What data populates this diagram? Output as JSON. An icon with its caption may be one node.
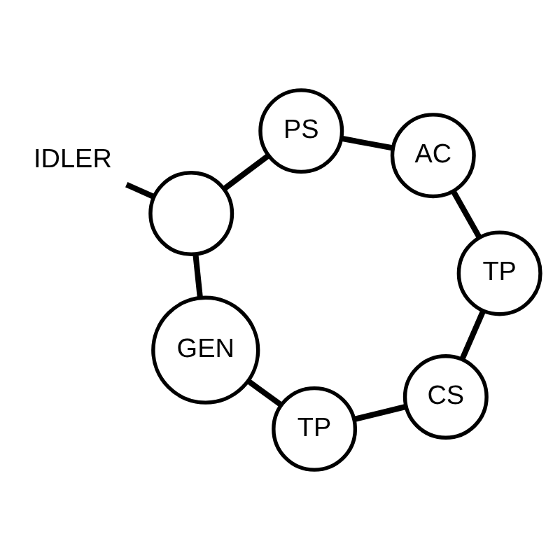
{
  "diagram": {
    "nodes": [
      {
        "text": [
          "IDLER"
        ]
      },
      {
        "text": [],
        "shape": "circle"
      },
      {
        "text": [
          "PS"
        ]
      },
      {
        "text": [
          "AC"
        ]
      },
      {
        "text": [
          "TP"
        ]
      },
      {
        "text": [
          "GEN"
        ]
      },
      {
        "text": [
          "TP"
        ]
      },
      {
        "text": [
          "CS"
        ]
      }
    ],
    "edges": [
      {
        "from": 0,
        "to": 1,
        "arrow": "none"
      },
      {
        "from": 1,
        "to": 2,
        "arrow": "none"
      },
      {
        "from": 2,
        "to": 3,
        "arrow": "none"
      },
      {
        "from": 3,
        "to": 4,
        "arrow": "none"
      },
      {
        "from": 4,
        "to": 7,
        "arrow": "none"
      },
      {
        "from": 7,
        "to": 6,
        "arrow": "none"
      },
      {
        "from": 6,
        "to": 5,
        "arrow": "none"
      },
      {
        "from": 5,
        "to": 1,
        "arrow": "none"
      }
    ]
  }
}
